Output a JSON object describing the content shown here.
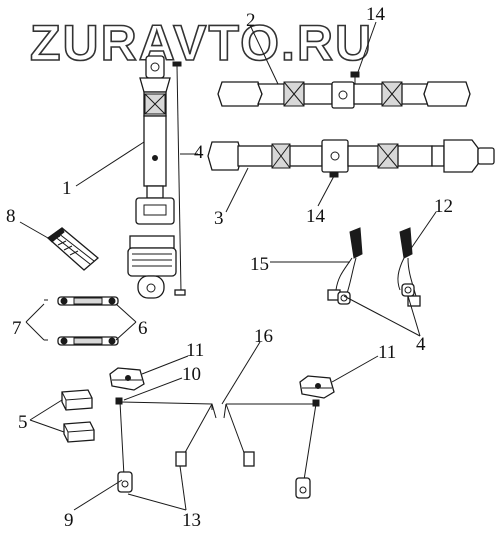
{
  "watermark": "ZURAVTO.RU",
  "callouts": [
    {
      "id": "c1",
      "label": "1"
    },
    {
      "id": "c2",
      "label": "2"
    },
    {
      "id": "c3",
      "label": "3"
    },
    {
      "id": "c4a",
      "label": "4"
    },
    {
      "id": "c4b",
      "label": "4"
    },
    {
      "id": "c5",
      "label": "5"
    },
    {
      "id": "c6",
      "label": "6"
    },
    {
      "id": "c7",
      "label": "7"
    },
    {
      "id": "c8",
      "label": "8"
    },
    {
      "id": "c9",
      "label": "9"
    },
    {
      "id": "c10",
      "label": "10"
    },
    {
      "id": "c11a",
      "label": "11"
    },
    {
      "id": "c11b",
      "label": "11"
    },
    {
      "id": "c12",
      "label": "12"
    },
    {
      "id": "c13",
      "label": "13"
    },
    {
      "id": "c14a",
      "label": "14"
    },
    {
      "id": "c14b",
      "label": "14"
    },
    {
      "id": "c15",
      "label": "15"
    },
    {
      "id": "c16",
      "label": "16"
    }
  ]
}
